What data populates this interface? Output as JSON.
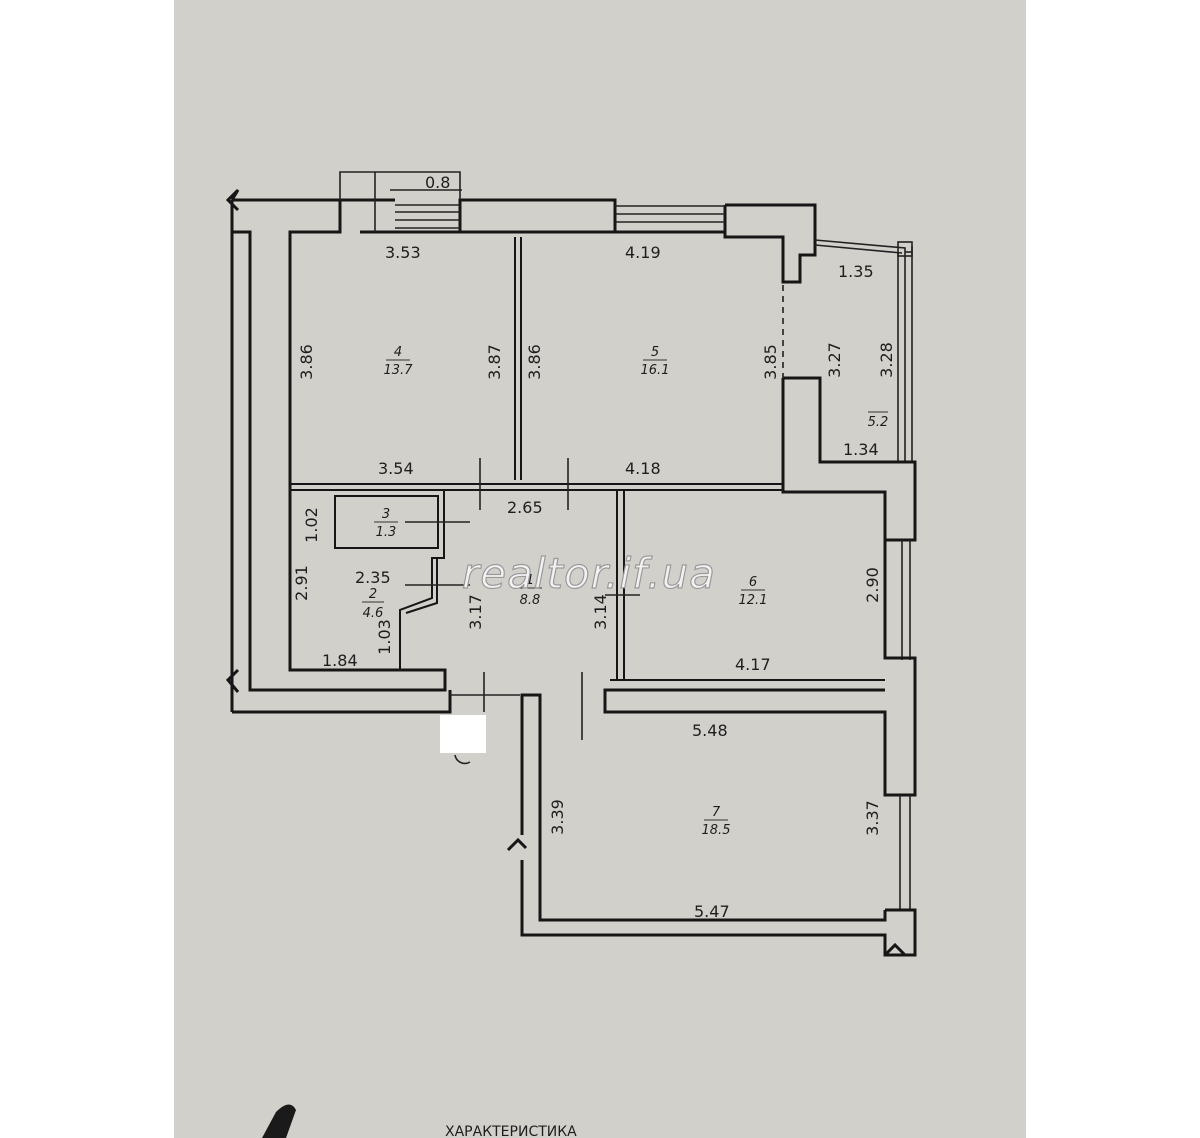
{
  "watermark": "realtor.if.ua",
  "rooms": [
    {
      "number": "1",
      "area": "8.8"
    },
    {
      "number": "2",
      "area": "4.6"
    },
    {
      "number": "3",
      "area": "1.3"
    },
    {
      "number": "4",
      "area": "13.7"
    },
    {
      "number": "5",
      "area": "16.1"
    },
    {
      "number": "6",
      "area": "12.1"
    },
    {
      "number": "7",
      "area": "18.5"
    }
  ],
  "balcony": {
    "number": "",
    "area": "5.2"
  },
  "dimensions": {
    "window_top": "0.8",
    "room4_top": "3.53",
    "room5_top": "4.19",
    "balcony_top": "1.35",
    "room4_left": "3.86",
    "room4_right": "3.87",
    "room5_left": "3.86",
    "room5_right": "3.85",
    "balcony_inner": "3.27",
    "balcony_outer": "3.28",
    "balcony_bottom": "1.34",
    "room4_bottom": "3.54",
    "room5_bottom": "4.18",
    "hall_top": "2.65",
    "room3_height": "1.02",
    "room2_top": "2.35",
    "room2_left": "2.91",
    "room2_inner": "1.03",
    "room2_bottom": "1.84",
    "hall_left": "3.17",
    "hall_right": "3.14",
    "room6_right": "2.90",
    "room6_bottom": "4.17",
    "room7_top": "5.48",
    "room7_left": "3.39",
    "room7_right": "3.37",
    "room7_bottom": "5.47"
  },
  "footer_text": "ХАРАКТЕРИСТИКА"
}
